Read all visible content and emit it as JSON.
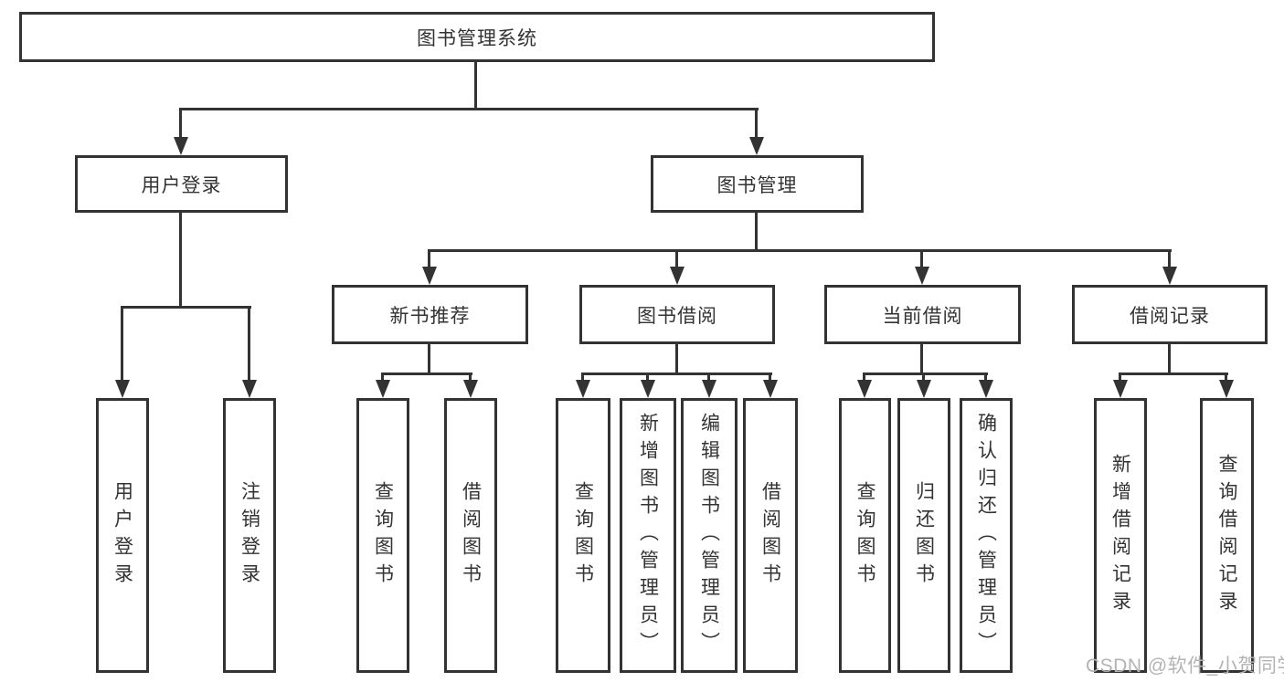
{
  "colors": {
    "line": "#333333",
    "text": "#333333",
    "background": "#ffffff",
    "watermark": "#b3b3b3"
  },
  "watermark": "CSDN @软件_小贺同学",
  "tree": {
    "root": "图书管理系统",
    "l1": [
      "用户登录",
      "图书管理"
    ],
    "l2": [
      "新书推荐",
      "图书借阅",
      "当前借阅",
      "借阅记录"
    ],
    "user_children": [
      "用户登录",
      "注销登录"
    ],
    "newbook_children": [
      "查询图书",
      "借阅图书"
    ],
    "borrow_children": [
      "查询图书",
      "新增图书（管理员）",
      "编辑图书（管理员）",
      "借阅图书"
    ],
    "current_children": [
      "查询图书",
      "归还图书",
      "确认归还（管理员）"
    ],
    "records_children": [
      "新增借阅记录",
      "查询借阅记录"
    ]
  }
}
